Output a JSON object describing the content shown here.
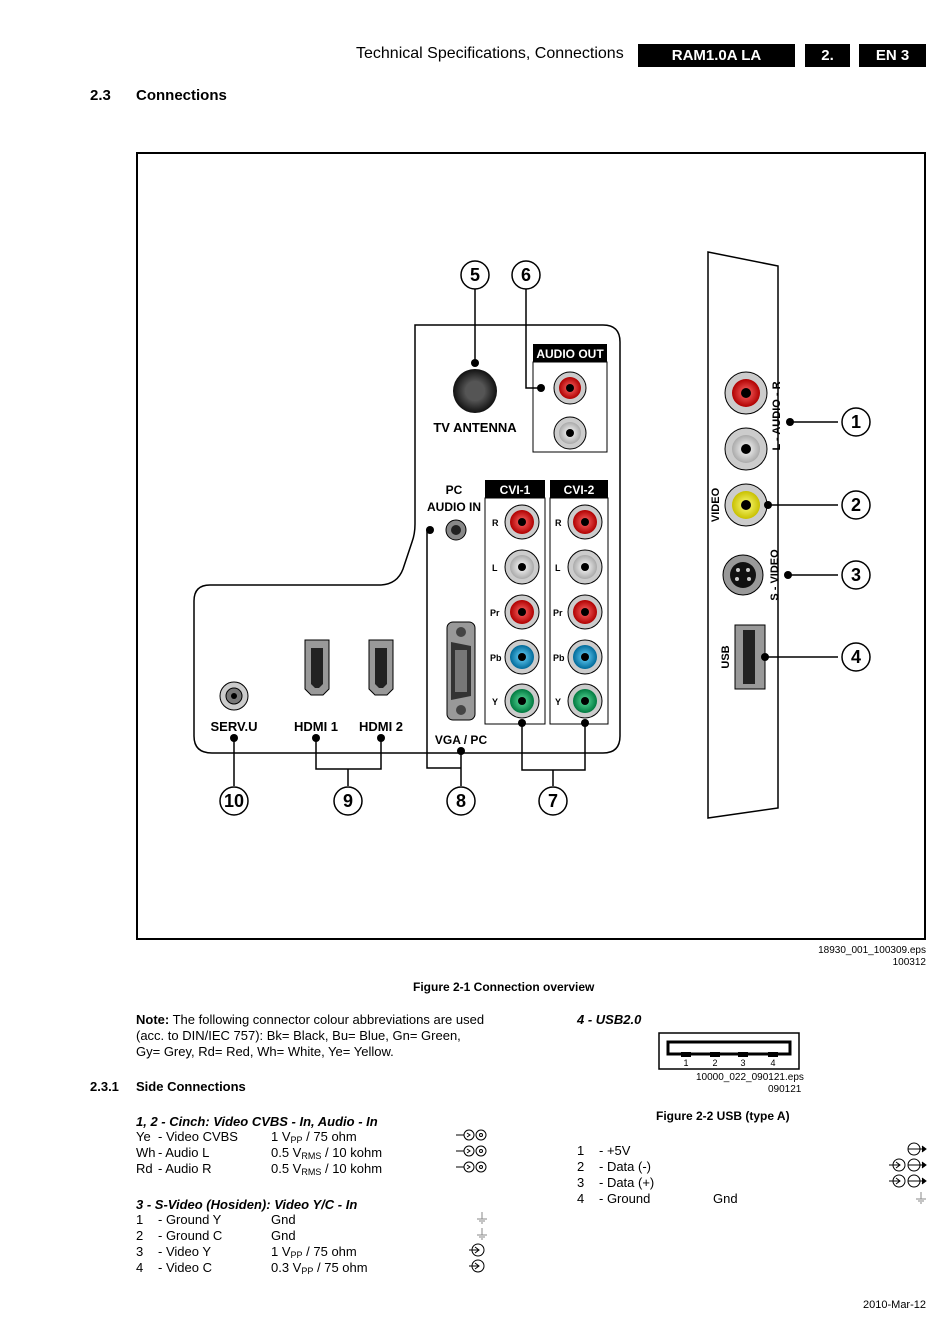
{
  "header": {
    "title": "Technical Specifications, Connections",
    "model": "RAM1.0A LA",
    "chapter": "2.",
    "page": "EN 3"
  },
  "section": {
    "number": "2.3",
    "title": "Connections"
  },
  "figure1": {
    "file_id": "18930_001_100309.eps",
    "file_date": "100312",
    "caption": "Figure 2-1 Connection overview",
    "labels": {
      "tv_antenna": "TV ANTENNA",
      "audio_out": "AUDIO OUT",
      "pc": "PC",
      "audio_in": "AUDIO IN",
      "cvi1": "CVI-1",
      "cvi2": "CVI-2",
      "r": "R",
      "l": "L",
      "pr": "Pr",
      "pb": "Pb",
      "y": "Y",
      "serv_u": "SERV.U",
      "hdmi1": "HDMI 1",
      "hdmi2": "HDMI 2",
      "vga_pc": "VGA / PC",
      "l_audio_r": "L - AUDIO - R",
      "video": "VIDEO",
      "s_video": "S - VIDEO",
      "usb": "USB"
    },
    "callouts": [
      "1",
      "2",
      "3",
      "4",
      "5",
      "6",
      "7",
      "8",
      "9",
      "10"
    ]
  },
  "note": {
    "bold": "Note:",
    "line1": " The following connector colour abbreviations are used",
    "line2": "(acc. to DIN/IEC 757): Bk= Black, Bu= Blue, Gn= Green,",
    "line3": "Gy= Grey, Rd= Red, Wh= White, Ye= Yellow."
  },
  "side": {
    "number": "2.3.1",
    "title": "Side Connections"
  },
  "cinch": {
    "title": "1, 2 - Cinch: Video CVBS - In, Audio - In",
    "rows": [
      {
        "a": "Ye",
        "b": "- Video CVBS",
        "v1": "1 V",
        "s": "PP",
        "v2": " / 75 ohm"
      },
      {
        "a": "Wh",
        "b": "- Audio L",
        "v1": "0.5 V",
        "s": "RMS",
        "v2": " / 10 kohm"
      },
      {
        "a": "Rd",
        "b": "- Audio R",
        "v1": "0.5 V",
        "s": "RMS",
        "v2": " / 10 kohm"
      }
    ]
  },
  "svideo": {
    "title": "3 - S-Video (Hosiden): Video Y/C - In",
    "rows": [
      {
        "a": "1",
        "b": "- Ground Y",
        "v1": "Gnd",
        "s": "",
        "v2": ""
      },
      {
        "a": "2",
        "b": "- Ground C",
        "v1": "Gnd",
        "s": "",
        "v2": ""
      },
      {
        "a": "3",
        "b": "- Video Y",
        "v1": "1 V",
        "s": "PP",
        "v2": " / 75 ohm"
      },
      {
        "a": "4",
        "b": "- Video C",
        "v1": "0.3 V",
        "s": "PP",
        "v2": " / 75 ohm"
      }
    ]
  },
  "usb": {
    "title": "4 - USB2.0",
    "pins": [
      "1",
      "2",
      "3",
      "4"
    ],
    "file_id": "10000_022_090121.eps",
    "file_date": "090121",
    "caption": "Figure 2-2  USB (type A)",
    "rows": [
      {
        "a": "1",
        "b": "- +5V",
        "c": ""
      },
      {
        "a": "2",
        "b": "- Data (-)",
        "c": ""
      },
      {
        "a": "3",
        "b": "- Data (+)",
        "c": ""
      },
      {
        "a": "4",
        "b": "- Ground",
        "c": "Gnd"
      }
    ]
  },
  "footer": {
    "date": "2010-Mar-12"
  }
}
